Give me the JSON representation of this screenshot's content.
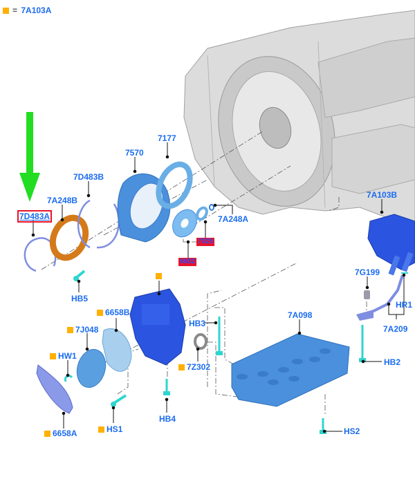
{
  "legend": {
    "marker": "orange-square",
    "equals": "=",
    "part": "7A103A"
  },
  "colors": {
    "label_text": "#1a6cf0",
    "marker": "#ffb000",
    "highlight_red": "#e8132a",
    "arrow": "#22dd22",
    "part_blue": "#3f86d8",
    "part_dark_blue": "#2b55e0",
    "part_cyan": "#2fd6d0",
    "part_orange": "#d47a1a",
    "housing": "#d8d8d8"
  },
  "selected_part": "7D483A",
  "labels": {
    "l7D483A": "7D483A",
    "l7A248B": "7A248B",
    "l7D483B": "7D483B",
    "l7570": "7570",
    "l7177": "7177",
    "l7A248A": "7A248A",
    "l7025": "7025",
    "l6652": "6652",
    "l7A103B": "7A103B",
    "l7G199": "7G199",
    "lHR1": "HR1",
    "l7A209": "7A209",
    "lHB2": "HB2",
    "lHB5": "HB5",
    "l6658B": "6658B",
    "l7J048": "7J048",
    "lHW1": "HW1",
    "l6658A": "6658A",
    "lHS1": "HS1",
    "lHB4": "HB4",
    "lHB3": "HB3",
    "l7Z302": "7Z302",
    "l7A098": "7A098",
    "lHS2": "HS2"
  }
}
